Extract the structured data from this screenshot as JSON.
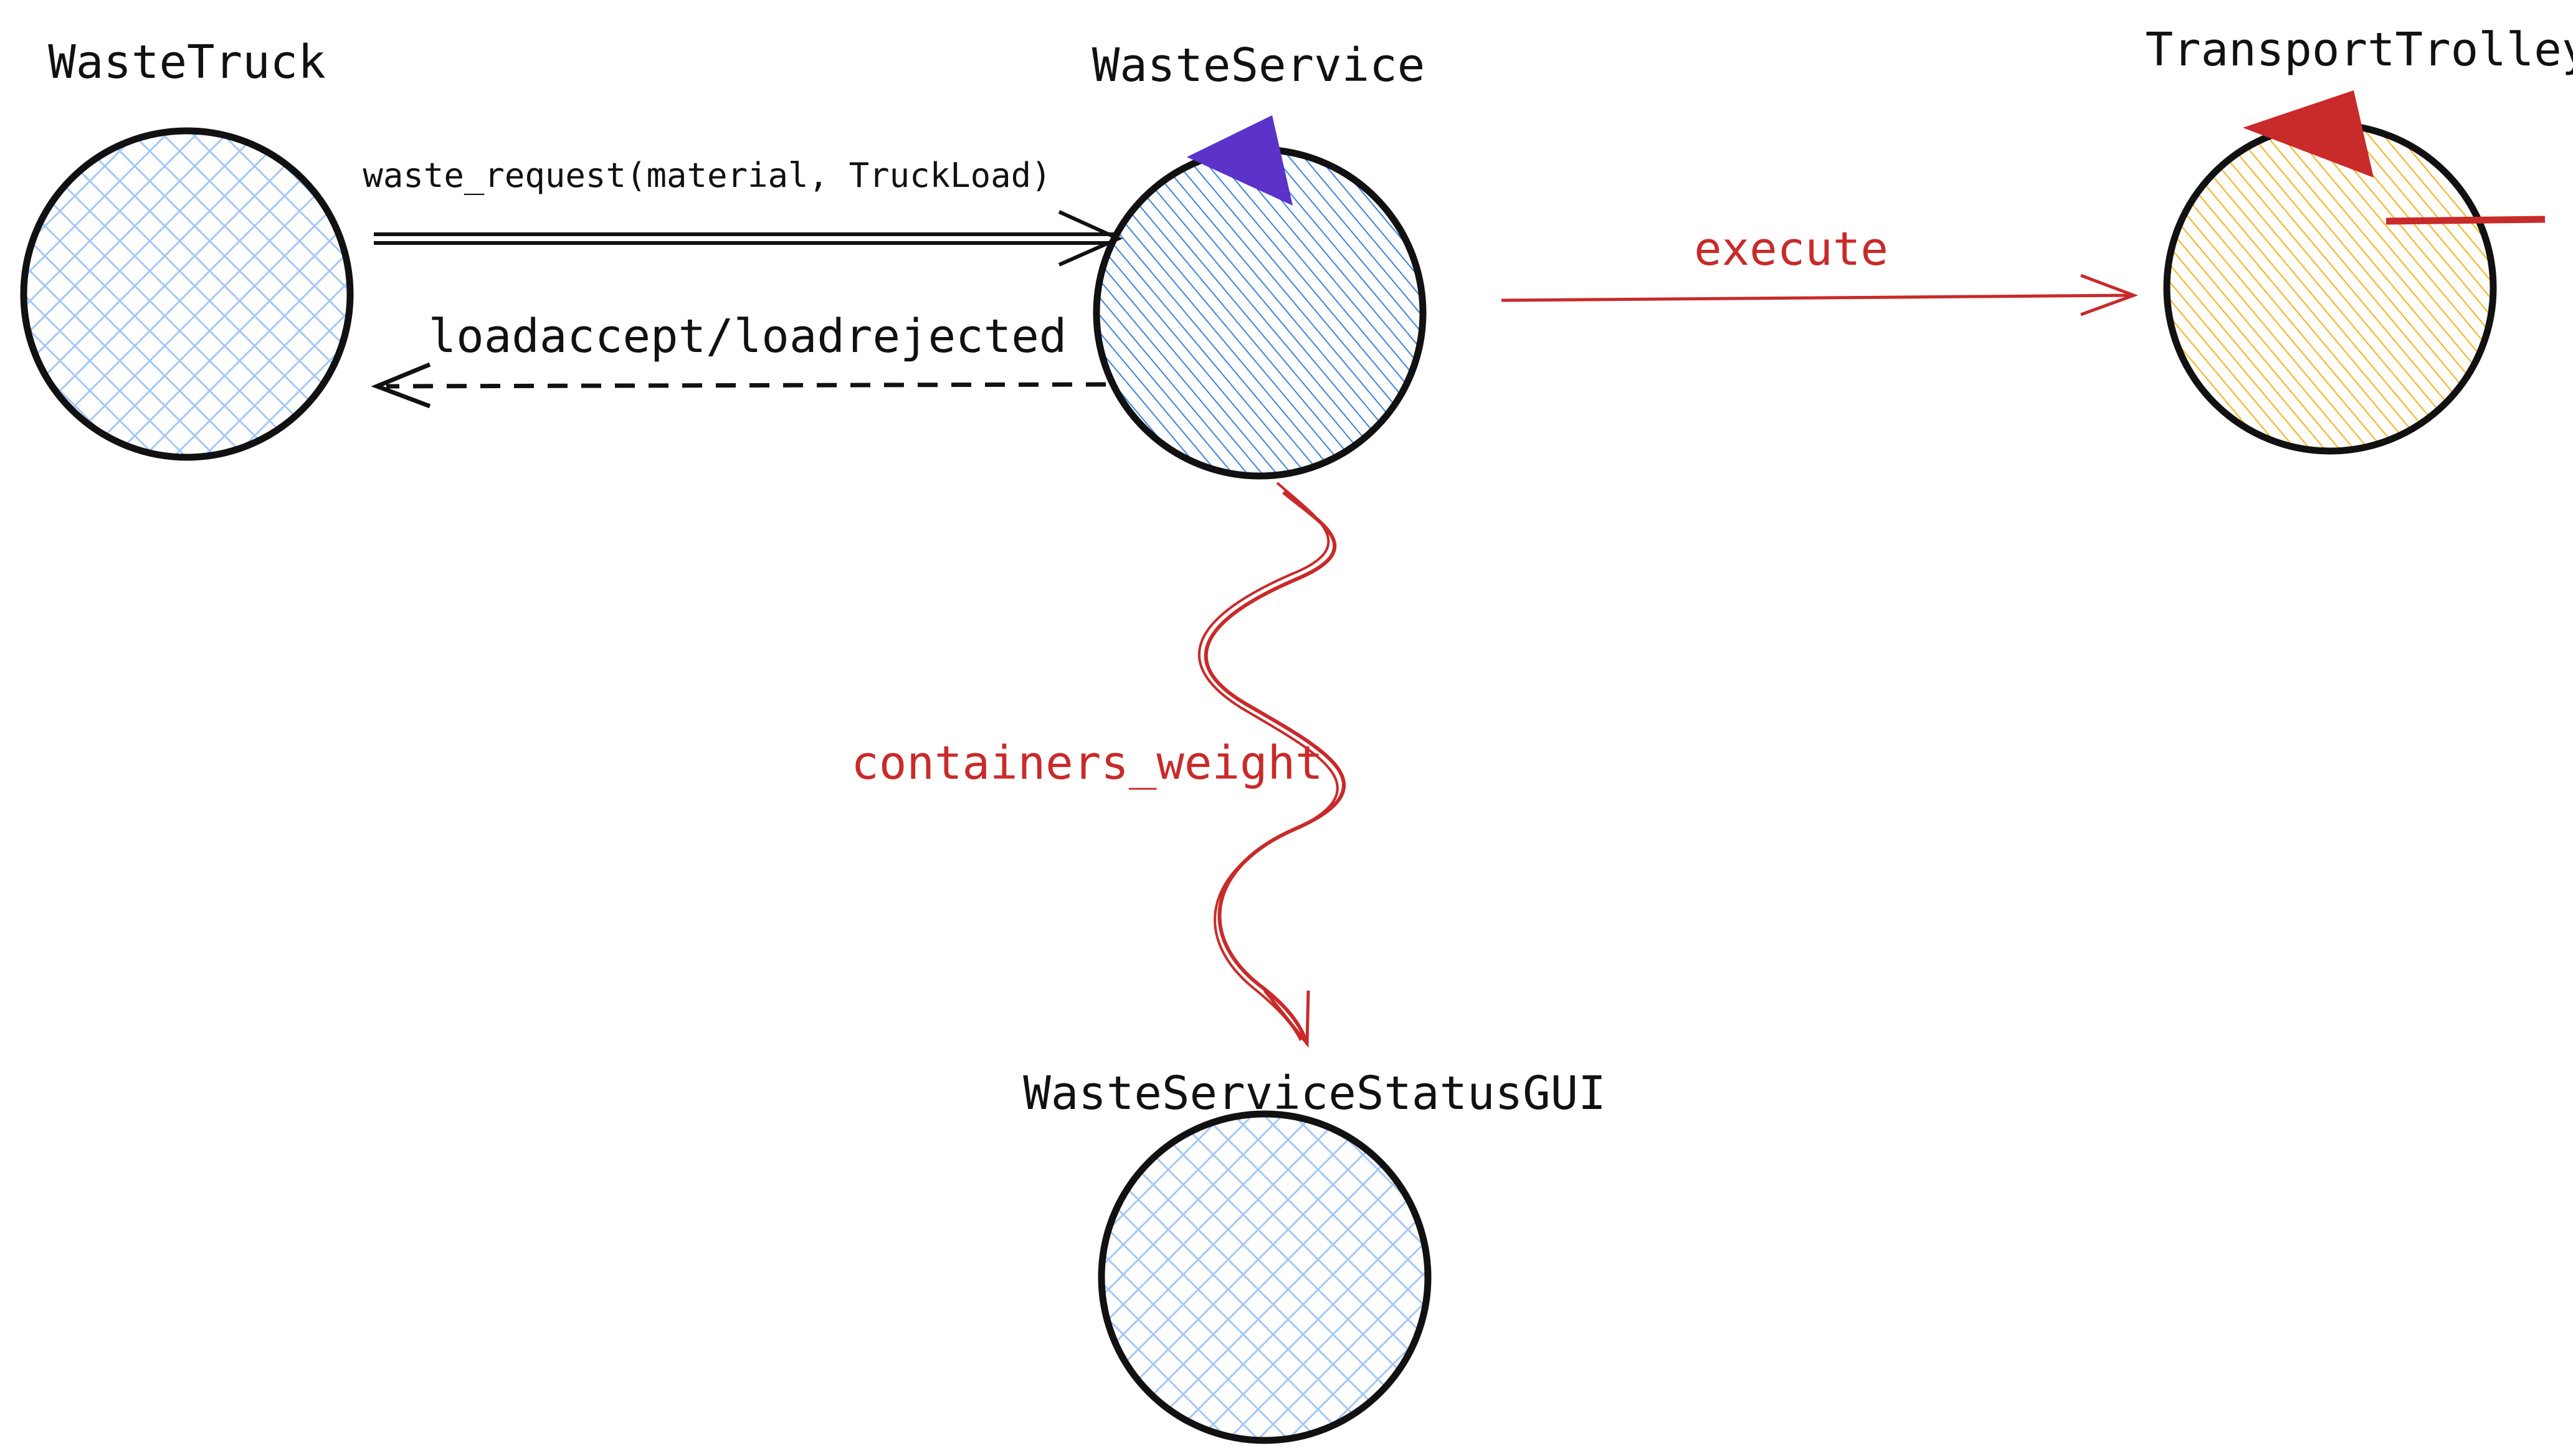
{
  "nodes": {
    "waste_truck": {
      "label": "WasteTruck",
      "fill": "#a5c8f5"
    },
    "waste_service": {
      "label": "WasteService",
      "fill": "#3b82e6",
      "marker_color": "#5b33c9"
    },
    "transport_trolley": {
      "label": "TransportTrolley",
      "fill": "#f5b316",
      "marker_color": "#c92a2a"
    },
    "status_gui": {
      "label": "WasteServiceStatusGUI",
      "fill": "#a5c8f5"
    }
  },
  "edges": {
    "waste_request": {
      "label": "waste_request(material, TruckLoad)"
    },
    "load_reply": {
      "label": "loadaccept/loadrejected"
    },
    "execute": {
      "label": "execute",
      "color": "#c92a2a"
    },
    "containers_weight": {
      "label": "containers_weight",
      "color": "#c92a2a"
    }
  }
}
